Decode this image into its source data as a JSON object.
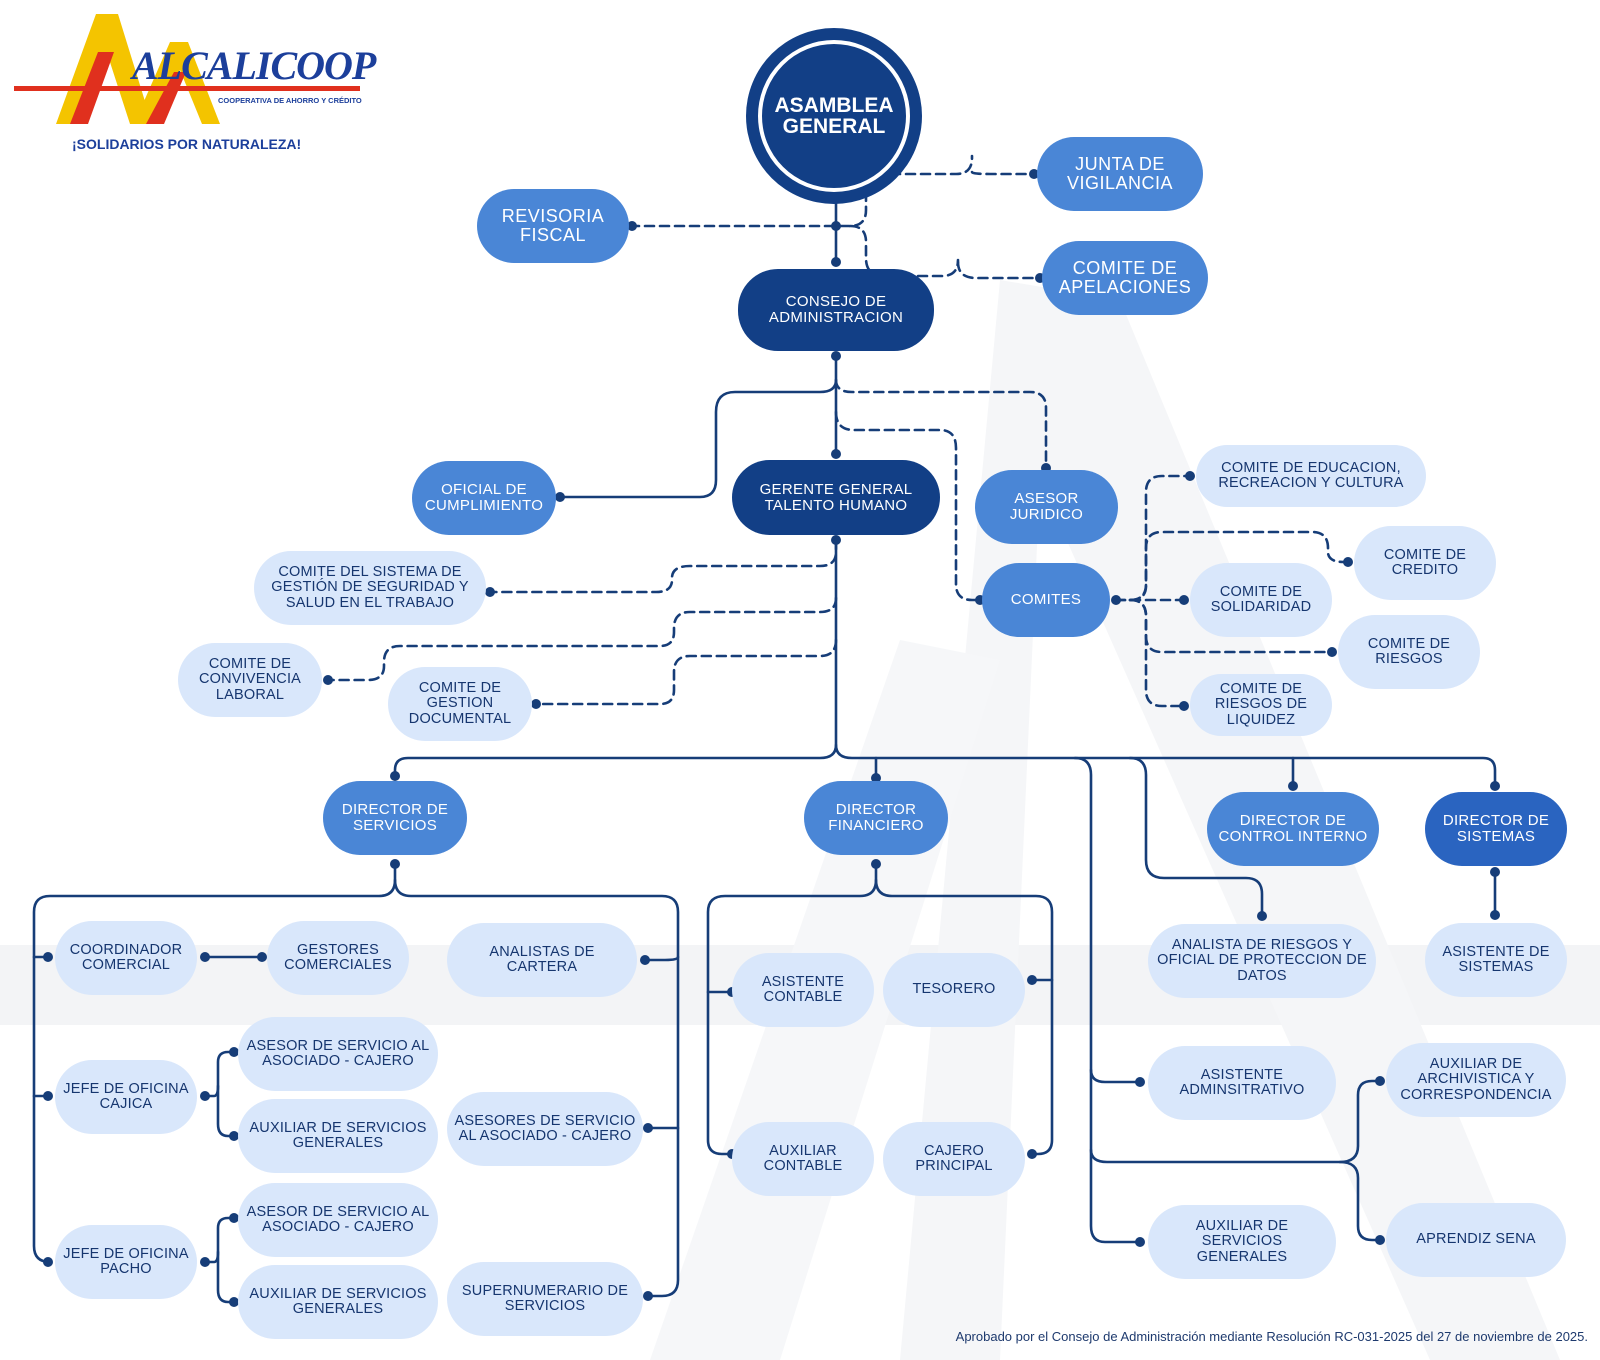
{
  "logo": {
    "wordmark": "ALCALICOOP",
    "subtitle": "COOPERATIVA DE AHORRO Y CRÉDITO",
    "slogan": "¡SOLIDARIOS POR NATURALEZA!"
  },
  "colors": {
    "dark_blue": "#123f86",
    "mid_blue": "#4a86d6",
    "light_blue": "#d9e7fb",
    "line": "#163d78",
    "logo_yellow": "#f4c400",
    "logo_red": "#e0301e"
  },
  "nodes": {
    "asamblea": "ASAMBLEA\nGENERAL",
    "revisoria": "REVISORIA\nFISCAL",
    "junta": "JUNTA DE\nVIGILANCIA",
    "apelaciones": "COMITE DE\nAPELACIONES",
    "consejo": "CONSEJO DE\nADMINISTRACION",
    "oficial": "OFICIAL DE\nCUMPLIMIENTO",
    "gerente": "GERENTE GENERAL\nTALENTO HUMANO",
    "asesor": "ASESOR\nJURIDICO",
    "comites": "COMITES",
    "educacion": "COMITE DE EDUCACION,\nRECREACION Y CULTURA",
    "credito": "COMITE DE\nCREDITO",
    "solidaridad": "COMITE DE\nSOLIDARIDAD",
    "riesgos": "COMITE DE\nRIESGOS",
    "liquidez": "COMITE DE\nRIESGOS DE\nLIQUIDEZ",
    "sgsst": "COMITE DEL SISTEMA DE\nGESTIÓN DE SEGURIDAD Y\nSALUD EN EL TRABAJO",
    "convivencia": "COMITE DE\nCONVIVENCIA\nLABORAL",
    "gestion_doc": "COMITE DE\nGESTION\nDOCUMENTAL",
    "dir_servicios": "DIRECTOR DE\nSERVICIOS",
    "dir_financiero": "DIRECTOR\nFINANCIERO",
    "dir_control": "DIRECTOR DE\nCONTROL INTERNO",
    "dir_sistemas": "DIRECTOR DE\nSISTEMAS",
    "coordinador": "COORDINADOR\nCOMERCIAL",
    "gestores": "GESTORES\nCOMERCIALES",
    "analistas_cartera": "ANALISTAS DE\nCARTERA",
    "jefe_cajica": "JEFE DE OFICINA\nCAJICA",
    "asesor_cajero_1": "ASESOR DE SERVICIO AL\nASOCIADO - CAJERO",
    "aux_gen_1": "AUXILIAR DE SERVICIOS\nGENERALES",
    "asesores_cajero": "ASESORES DE SERVICIO\nAL ASOCIADO - CAJERO",
    "jefe_pacho": "JEFE DE OFICINA\nPACHO",
    "asesor_cajero_2": "ASESOR DE SERVICIO AL\nASOCIADO - CAJERO",
    "aux_gen_2": "AUXILIAR DE SERVICIOS\nGENERALES",
    "supernumerario": "SUPERNUMERARIO DE\nSERVICIOS",
    "asist_contable": "ASISTENTE\nCONTABLE",
    "tesorero": "TESORERO",
    "aux_contable": "AUXILIAR\nCONTABLE",
    "cajero_principal": "CAJERO\nPRINCIPAL",
    "analista_riesgos": "ANALISTA DE RIESGOS Y\nOFICIAL DE PROTECCION DE\nDATOS",
    "asist_sistemas": "ASISTENTE DE\nSISTEMAS",
    "asist_admin": "ASISTENTE\nADMINSITRATIVO",
    "aux_archivistica": "AUXILIAR DE\nARCHIVISTICA Y\nCORRESPONDENCIA",
    "aux_gen_3": "AUXILIAR DE SERVICIOS\nGENERALES",
    "aprendiz": "APRENDIZ SENA"
  },
  "footer": "Aprobado por el Consejo de Administración mediante Resolución RC-031-2025 del 27 de noviembre de 2025."
}
